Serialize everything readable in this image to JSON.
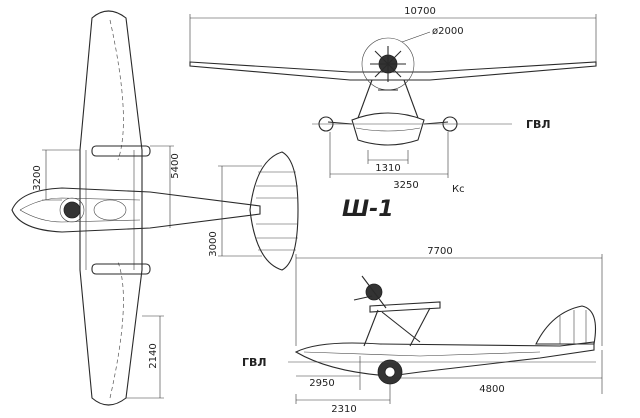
{
  "title": "Ш-1",
  "labels": {
    "waterline_front": "ГВЛ",
    "waterline_side": "ГВЛ",
    "signature": "Кс"
  },
  "dimensions": {
    "wingspan": "10700",
    "prop_diameter": "ø2000",
    "float_track": "1310",
    "float_span": "3250",
    "length": "7700",
    "wing_chord_inner": "3200",
    "wing_center": "5400",
    "tail_span": "3000",
    "wing_tip": "2140",
    "bow_to_step": "2950",
    "step_to_tail": "4800",
    "wheel_pos": "2310"
  }
}
